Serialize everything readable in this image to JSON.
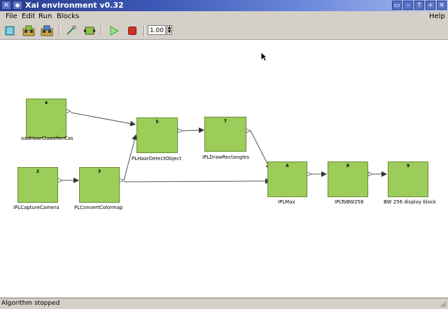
{
  "window": {
    "title": "Xai environment v0.32"
  },
  "menu": {
    "file": "File",
    "edit": "Edit",
    "run": "Run",
    "blocks": "Blocks",
    "help": "Help"
  },
  "toolbar": {
    "speed_value": "1.00",
    "icons": [
      "new-icon",
      "open-icon",
      "save-icon",
      "connect-icon",
      "add-block-icon",
      "run-icon",
      "stop-icon"
    ]
  },
  "blocks": [
    {
      "id": "4",
      "label": "oadHaarClassifierCas"
    },
    {
      "id": "2",
      "label": "IPLCaptureCamera"
    },
    {
      "id": "3",
      "label": "PLConvertColormap"
    },
    {
      "id": "5",
      "label": "PLHaarDetectObject"
    },
    {
      "id": "7",
      "label": "IPLDrawRectangles"
    },
    {
      "id": "6",
      "label": "IPLMax"
    },
    {
      "id": "8",
      "label": "IPLToBW256"
    },
    {
      "id": "9",
      "label": "BW 256 display block"
    }
  ],
  "status": {
    "text": "Algorithm stopped"
  },
  "colors": {
    "block_fill": "#9ccc5a",
    "titlebar": "#3c57b5",
    "stop": "#d03020",
    "run": "#3aa83a"
  }
}
